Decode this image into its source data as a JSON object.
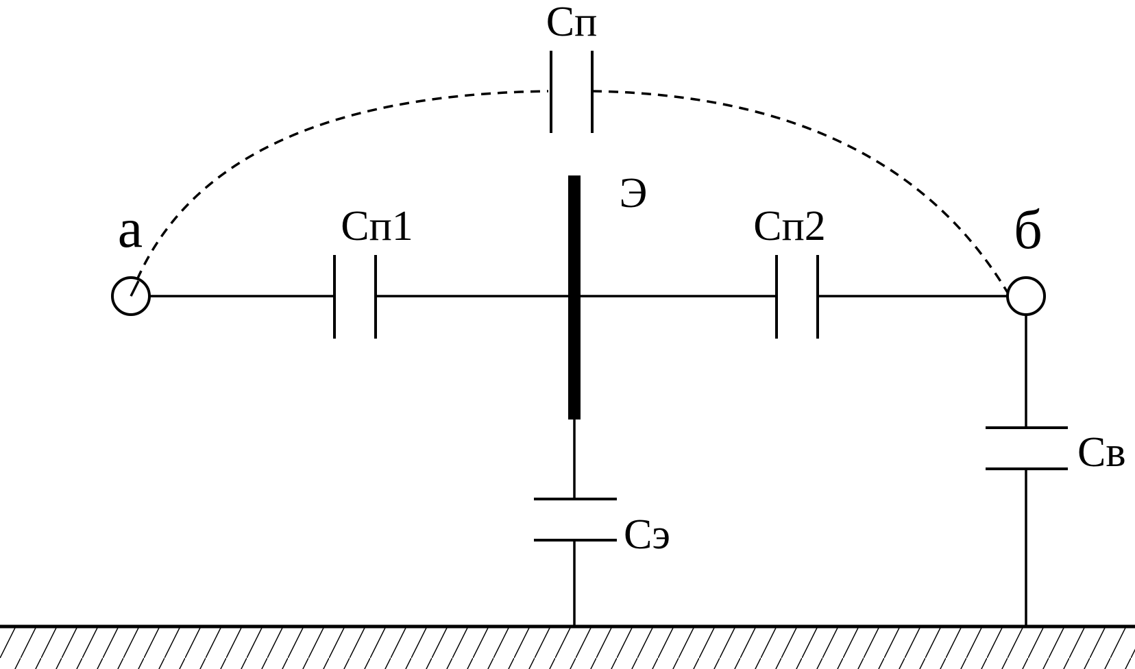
{
  "diagram": {
    "labels": {
      "terminal_a": "а",
      "terminal_b": "б",
      "screen": "Э",
      "c_p": "Cп",
      "c_p1": "Cп1",
      "c_p2": "Cп2",
      "c_e": "Cэ",
      "c_v": "Cв"
    },
    "color": "#000000"
  }
}
